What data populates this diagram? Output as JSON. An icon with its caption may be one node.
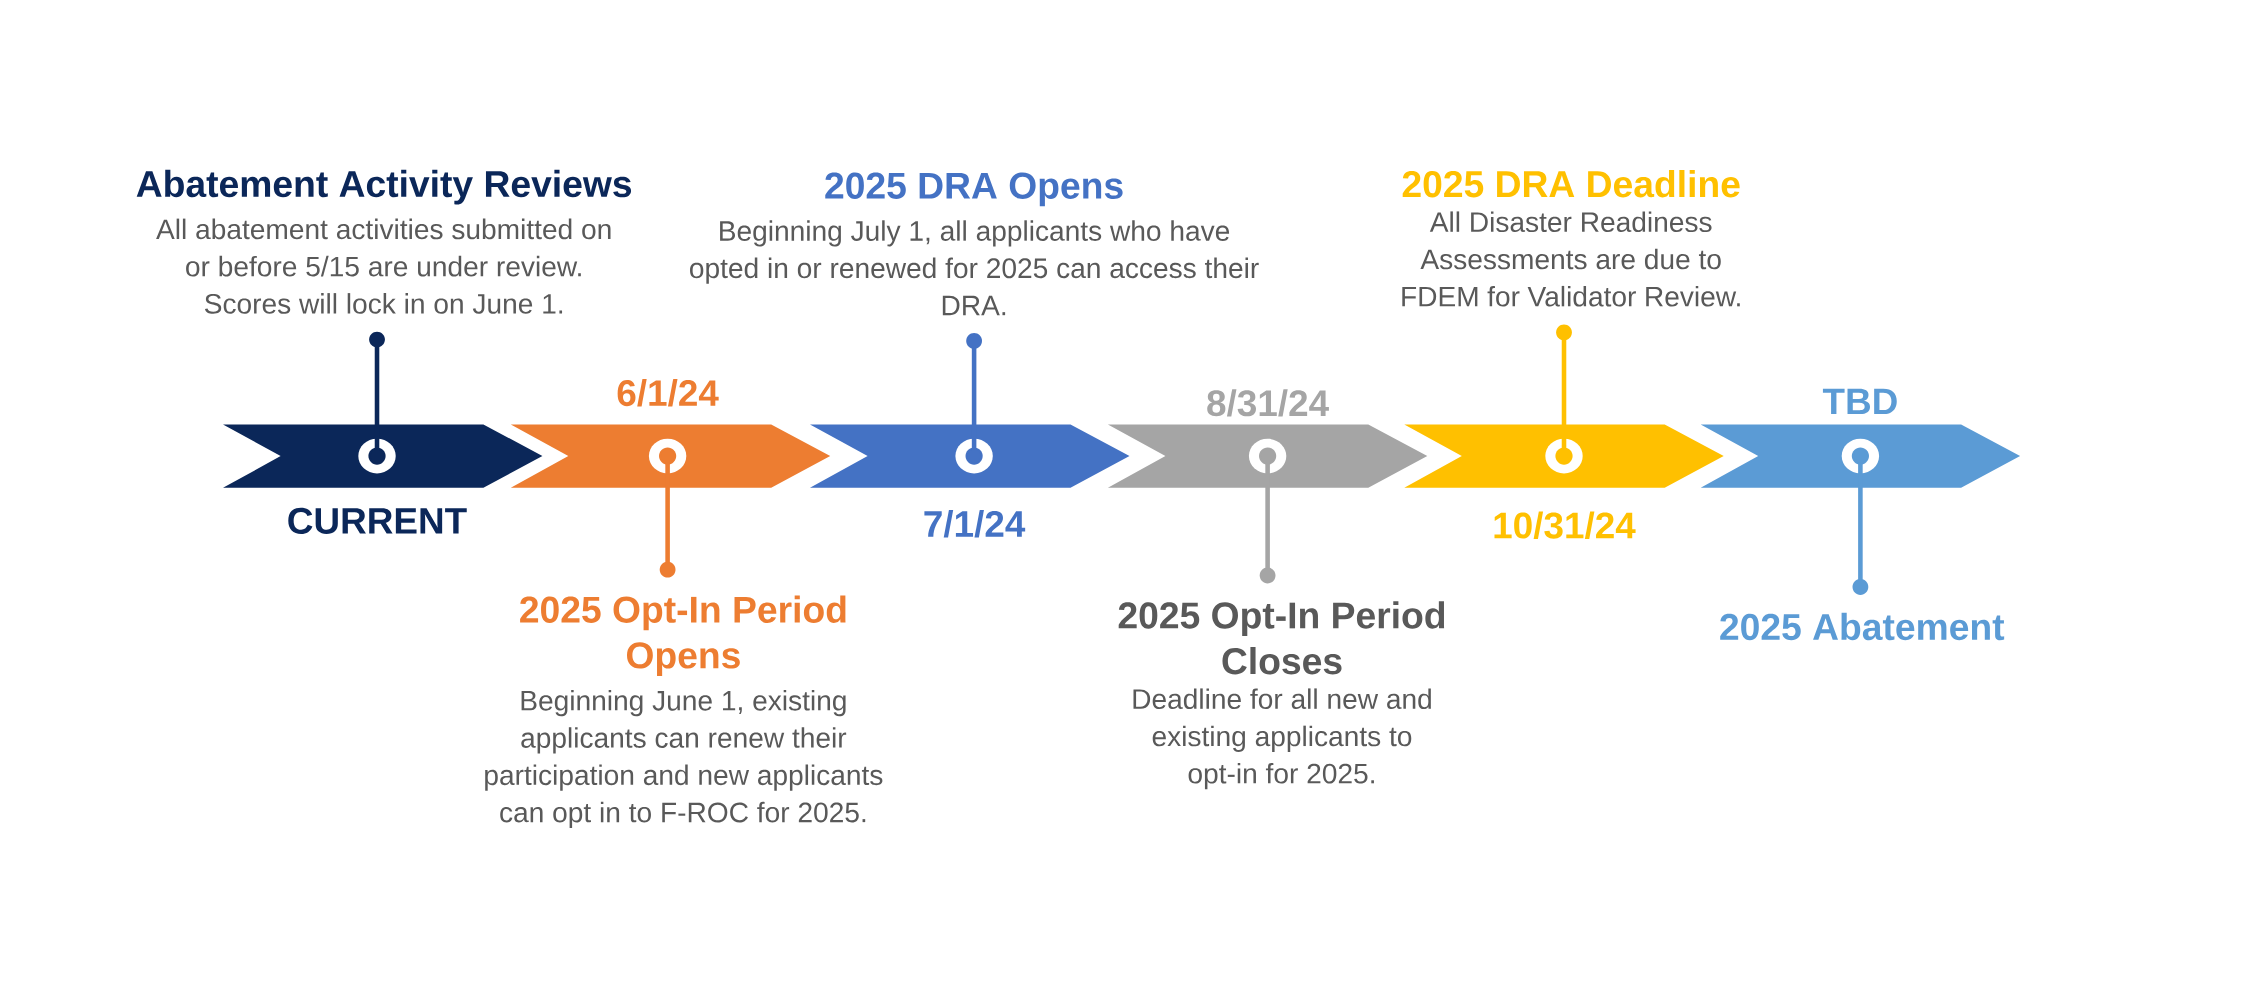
{
  "diagram": {
    "nodes": [
      {
        "text": [
          "CURRENT"
        ]
      },
      {
        "text": [
          "6/1/24"
        ]
      },
      {
        "text": [
          "7/1/24"
        ]
      },
      {
        "text": [
          "8/31/24"
        ]
      },
      {
        "text": [
          "10/31/24"
        ]
      },
      {
        "text": [
          "TBD"
        ]
      },
      {
        "text": [
          "Abatement Activity Reviews",
          "All abatement activities submitted on or before 5/15 are under review. Scores will lock in on June 1."
        ]
      },
      {
        "text": [
          "2025 Opt-In Period Opens",
          "Beginning June 1, existing applicants can renew their participation and new applicants can opt in to F-ROC for 2025."
        ]
      },
      {
        "text": [
          "2025 DRA Opens",
          "Beginning July 1, all applicants who have opted in or renewed for 2025 can access their DRA."
        ]
      },
      {
        "text": [
          "2025 Opt-In Period Closes",
          "Deadline for all new and existing applicants to opt-in for 2025."
        ]
      },
      {
        "text": [
          "2025 DRA Deadline",
          "All Disaster Readiness Assessments are due to FDEM for Validator Review."
        ]
      },
      {
        "text": [
          "2025 Abatement"
        ]
      }
    ],
    "edges": [
      {
        "from": 6,
        "to": 0,
        "arrow": "other",
        "color": "#0b2759"
      },
      {
        "from": 7,
        "to": 1,
        "arrow": "other",
        "color": "#ed7d31"
      },
      {
        "from": 8,
        "to": 2,
        "arrow": "other",
        "color": "#4472c4"
      },
      {
        "from": 9,
        "to": 3,
        "arrow": "other",
        "color": "#a5a5a5"
      },
      {
        "from": 10,
        "to": 4,
        "arrow": "other",
        "color": "#ffc000"
      },
      {
        "from": 11,
        "to": 5,
        "arrow": "other",
        "color": "#5b9bd5"
      }
    ]
  }
}
